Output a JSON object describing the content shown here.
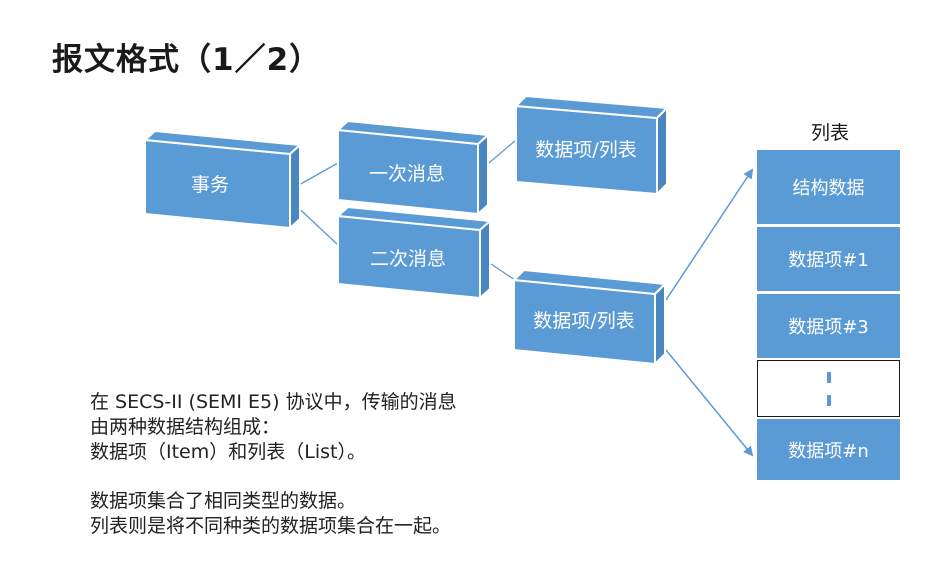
{
  "title": "报文格式（1／2）",
  "diagram": {
    "transaction": "事务",
    "primary_message": "一次消息",
    "secondary_message": "二次消息",
    "item_or_list_top": "数据项/列表",
    "item_or_list_bottom": "数据项/列表"
  },
  "list_panel": {
    "title": "列表",
    "rows": [
      "结构数据",
      "数据项#1",
      "数据项#3",
      "",
      "数据项#n"
    ]
  },
  "text": {
    "line1": "在 SECS-II (SEMI E5) 协议中，传输的消息",
    "line2": "由两种数据结构组成：",
    "line3": "数据项（Item）和列表（List）。",
    "line4": "数据项集合了相同类型的数据。",
    "line5": "列表则是将不同种类的数据项集合在一起。"
  },
  "colors": {
    "block": "#5b9bd5",
    "block_border": "#ffffff",
    "connector": "#5b9bd5",
    "text": "#222222"
  }
}
